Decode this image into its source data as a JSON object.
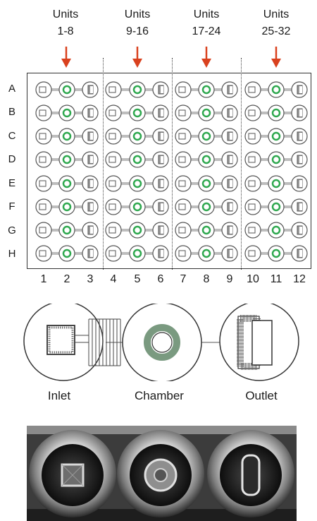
{
  "units": [
    {
      "title": "Units",
      "range": "1-8"
    },
    {
      "title": "Units",
      "range": "9-16"
    },
    {
      "title": "Units",
      "range": "17-24"
    },
    {
      "title": "Units",
      "range": "25-32"
    }
  ],
  "rows": [
    "A",
    "B",
    "C",
    "D",
    "E",
    "F",
    "G",
    "H"
  ],
  "columns": [
    "1",
    "2",
    "3",
    "4",
    "5",
    "6",
    "7",
    "8",
    "9",
    "10",
    "11",
    "12"
  ],
  "components": {
    "inlet": "Inlet",
    "chamber": "Chamber",
    "outlet": "Outlet"
  },
  "colors": {
    "arrow": "#d9411e",
    "chamber_ring": "#2fa84f",
    "chamber_ring_detail": "#7a9a80",
    "outline": "#333333"
  }
}
